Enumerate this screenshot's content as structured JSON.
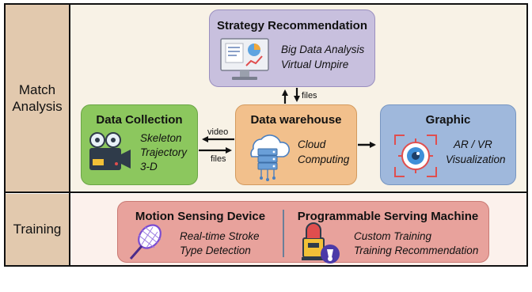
{
  "rows": {
    "match_analysis": "Match Analysis",
    "training": "Training"
  },
  "strategy": {
    "title": "Strategy Recommendation",
    "line1": "Big Data Analysis",
    "line2": "Virtual Umpire"
  },
  "collection": {
    "title": "Data Collection",
    "line1": "Skeleton",
    "line2": "Trajectory",
    "line3": "3-D"
  },
  "warehouse": {
    "title": "Data warehouse",
    "line1": "Cloud",
    "line2": "Computing"
  },
  "graphic": {
    "title": "Graphic",
    "line1": "AR / VR",
    "line2": "Visualization"
  },
  "arrows": {
    "video": "video",
    "files_left": "files",
    "files_top": "files"
  },
  "training": {
    "motion_title": "Motion Sensing Device",
    "motion_line1": "Real-time Stroke",
    "motion_line2": "Type Detection",
    "serve_title": "Programmable Serving Machine",
    "serve_line1": "Custom Training",
    "serve_line2": "Training Recommendation"
  },
  "colors": {
    "strategy": "#c8c0de",
    "collection": "#8cc75e",
    "warehouse": "#f2c08c",
    "graphic": "#9fb8dc",
    "training_box": "#e8a29c",
    "row_label": "#e2c9ae",
    "match_bg": "#f8f2e6",
    "training_bg": "#fcf1ec"
  }
}
